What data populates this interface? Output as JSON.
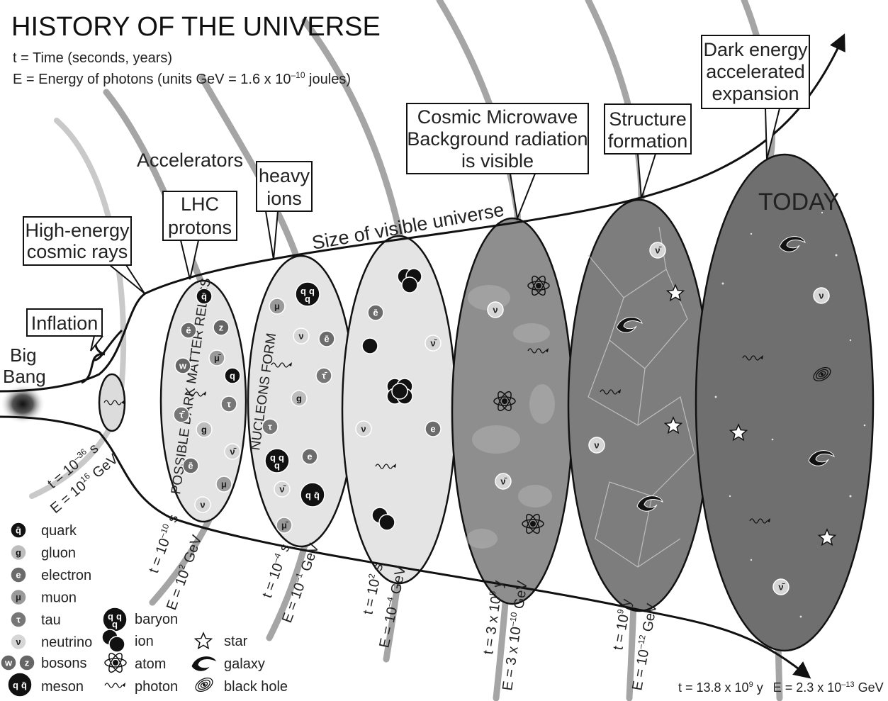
{
  "header": {
    "title": "HISTORY OF THE UNIVERSE",
    "line1": "t = Time (seconds, years)",
    "line2_pre": "E = Energy of photons (units GeV = 1.6 x 10",
    "line2_sup": "–10",
    "line2_post": " joules)"
  },
  "labels": {
    "big": "Big",
    "bang": "Bang",
    "accelerators": "Accelerators",
    "size_of_universe": "Size of visible universe",
    "today": "TODAY",
    "dark_matter_relics": "POSSIBLE DARK MATTER RELICS",
    "nucleons_form": "NUCLEONS FORM"
  },
  "callouts": {
    "inflation": [
      "Inflation"
    ],
    "cosmic_rays": [
      "High-energy",
      "cosmic rays"
    ],
    "lhc": [
      "LHC",
      "protons"
    ],
    "heavy_ions": [
      "heavy",
      "ions"
    ],
    "cmb": [
      "Cosmic Microwave",
      "Background radiation",
      "is visible"
    ],
    "structure": [
      "Structure",
      "formation"
    ],
    "dark_energy": [
      "Dark energy",
      "accelerated",
      "expansion"
    ]
  },
  "epochs": [
    {
      "t_pre": "t = 10",
      "t_sup": "–36",
      "t_post": " s",
      "e_pre": "E = 10",
      "e_sup": "16",
      "e_post": " GeV"
    },
    {
      "t_pre": "t = 10",
      "t_sup": "–10",
      "t_post": " s",
      "e_pre": "E = 10",
      "e_sup": "2",
      "e_post": " GeV"
    },
    {
      "t_pre": "t = 10",
      "t_sup": "–4",
      "t_post": " s",
      "e_pre": "E = 10",
      "e_sup": "–1",
      "e_post": " GeV"
    },
    {
      "t_pre": "t = 10",
      "t_sup": "2",
      "t_post": " s",
      "e_pre": "E = 10",
      "e_sup": "–4",
      "e_post": " GeV"
    },
    {
      "t_pre": "t = 3 x 10",
      "t_sup": "5",
      "t_post": " y",
      "e_pre": "E = 3 x 10",
      "e_sup": "–10",
      "e_post": " GeV"
    },
    {
      "t_pre": "t = 10",
      "t_sup": "9",
      "t_post": " y",
      "e_pre": "E = 10",
      "e_sup": "–12",
      "e_post": " GeV"
    }
  ],
  "today_epoch": {
    "t_pre": "t = 13.8 x 10",
    "t_sup": "9",
    "t_post": " y",
    "e_pre": "E = 2.3 x 10",
    "e_sup": "–13",
    "e_post": " GeV"
  },
  "symbols": {
    "quark": "q̄",
    "quark2": "q",
    "gluon": "g",
    "electron": "e",
    "antielectron": "ē",
    "muon": "μ",
    "antimuon": "μ̄",
    "tau": "τ",
    "antitau": "τ̄",
    "neutrino": "ν",
    "antineutrino": "ν̄",
    "w": "w",
    "z": "z",
    "q": "q"
  },
  "legend": {
    "quark": "quark",
    "gluon": "gluon",
    "electron": "electron",
    "muon": "muon",
    "tau": "tau",
    "neutrino": "neutrino",
    "bosons": "bosons",
    "meson": "meson",
    "baryon": "baryon",
    "ion": "ion",
    "atom": "atom",
    "photon": "photon",
    "star": "star",
    "galaxy": "galaxy",
    "black_hole": "black hole"
  },
  "colors": {
    "ink": "#111111",
    "band": "#a9a9a9",
    "cmb": "#8e8e8e",
    "structure": "#7d7d7d",
    "today": "#6f6f6f",
    "light_ellipse": "#e4e4e4"
  }
}
